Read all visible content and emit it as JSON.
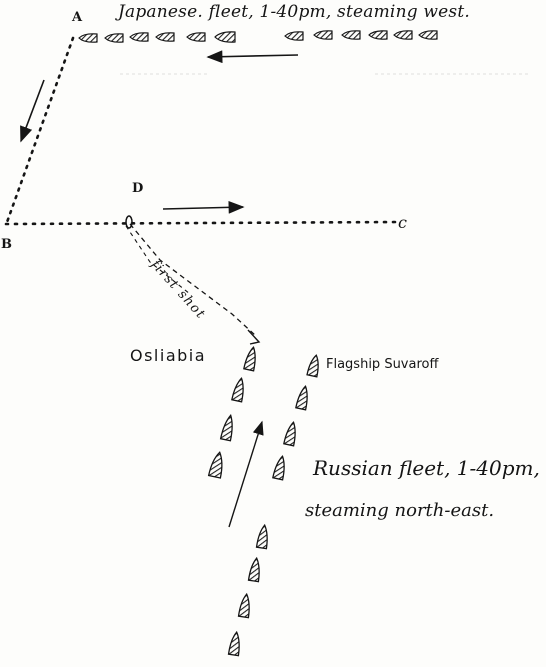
{
  "labels": {
    "point_a": "A",
    "point_b": "B",
    "point_c": "c",
    "point_d": "D",
    "japanese_fleet": "Japanese. fleet, 1-40pm, steaming west.",
    "first_shot": "first shot",
    "osliabia": "Osliabia",
    "flagship": "Flagship Suvaroff",
    "russian_fleet_line1": "Russian fleet, 1-40pm,",
    "russian_fleet_line2": "steaming north-east."
  },
  "colors": {
    "ink": "#151515",
    "paper": "#fdfdfb",
    "ship_fill": "#2a2a2a"
  }
}
